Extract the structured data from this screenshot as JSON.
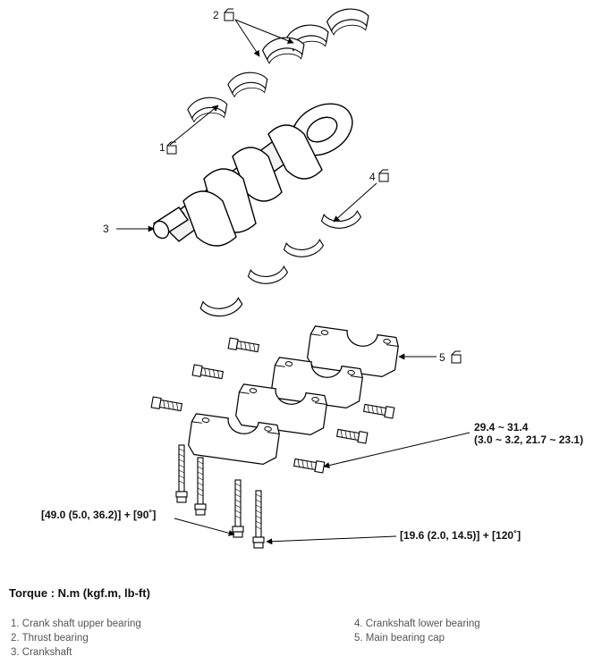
{
  "diagram": {
    "numbers": [
      "1",
      "2",
      "3",
      "4",
      "5"
    ],
    "torque_mid_line1": "29.4 ~ 31.4",
    "torque_mid_line2": "(3.0 ~ 3.2, 21.7 ~ 23.1)",
    "torque_long_left": "[49.0 (5.0, 36.2)] + [90˚]",
    "torque_long_right": "[19.6 (2.0, 14.5)] + [120˚]"
  },
  "torque_title": "Torque : N.m (kgf.m, lb-ft)",
  "legend": {
    "left": [
      "1. Crank shaft upper bearing",
      "2. Thrust bearing",
      "3. Crankshaft"
    ],
    "right": [
      "4. Crankshaft lower bearing",
      "5. Main bearing cap"
    ]
  }
}
